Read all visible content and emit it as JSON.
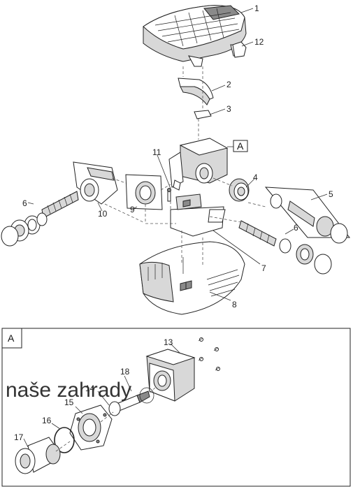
{
  "watermark": "naše zahrady",
  "detail_box": {
    "label": "A"
  },
  "callout_A": "A",
  "labels": {
    "p1": "1",
    "p2": "2",
    "p3": "3",
    "p4": "4",
    "p5": "5",
    "p6a": "6",
    "p6b": "6",
    "p7": "7",
    "p8": "8",
    "p9": "9",
    "p10": "10",
    "p11": "11",
    "p12": "12",
    "p13": "13",
    "p14": "14",
    "p15": "15",
    "p16": "16",
    "p17": "17",
    "p18": "18"
  }
}
